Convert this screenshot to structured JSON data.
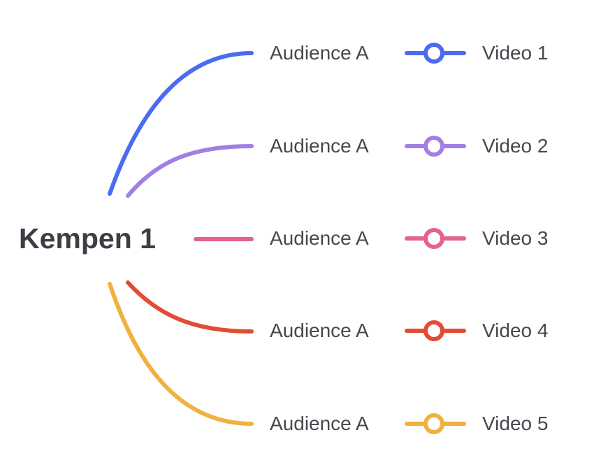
{
  "root": {
    "label": "Kempen 1"
  },
  "branches": [
    {
      "audience": "Audience A",
      "video": "Video 1",
      "color": "#4a6cf0"
    },
    {
      "audience": "Audience A",
      "video": "Video 2",
      "color": "#a27fe3"
    },
    {
      "audience": "Audience A",
      "video": "Video 3",
      "color": "#e4628f"
    },
    {
      "audience": "Audience A",
      "video": "Video 4",
      "color": "#e24c34"
    },
    {
      "audience": "Audience A",
      "video": "Video 5",
      "color": "#f0b13f"
    }
  ]
}
